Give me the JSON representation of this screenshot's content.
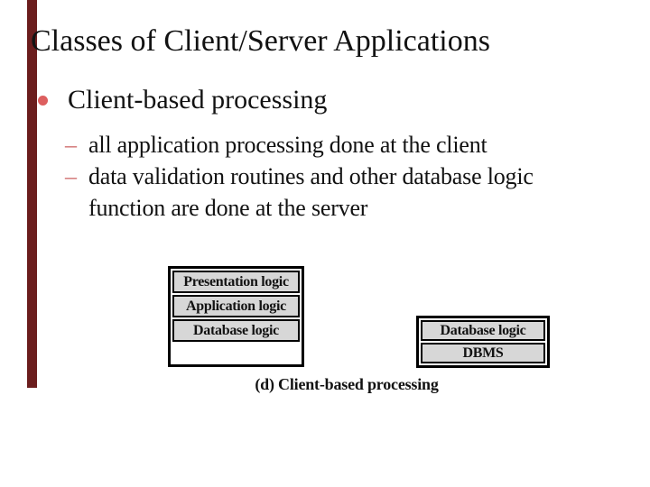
{
  "slide": {
    "title": "Classes of Client/Server Applications",
    "bullet": {
      "marker": "•",
      "text": "Client-based processing"
    },
    "sub_bullets": [
      {
        "marker": "–",
        "lines": [
          "all application processing done at the client",
          ""
        ]
      },
      {
        "marker": "–",
        "lines": [
          "data validation routines and other database logic",
          "function are done at the server"
        ]
      }
    ]
  },
  "diagram": {
    "client_stack": {
      "cells": [
        "Presentation logic",
        "Application logic",
        "Database logic"
      ]
    },
    "server_stack": {
      "cells": [
        "Database logic",
        "DBMS"
      ]
    },
    "caption": "(d) Client-based processing"
  },
  "colors": {
    "accent_bar": "#6b1d1d",
    "bullet_marker": "#dd5f5f",
    "sub_marker": "#cf6b6b",
    "cell_fill": "#d7d7d7",
    "text": "#121212"
  }
}
